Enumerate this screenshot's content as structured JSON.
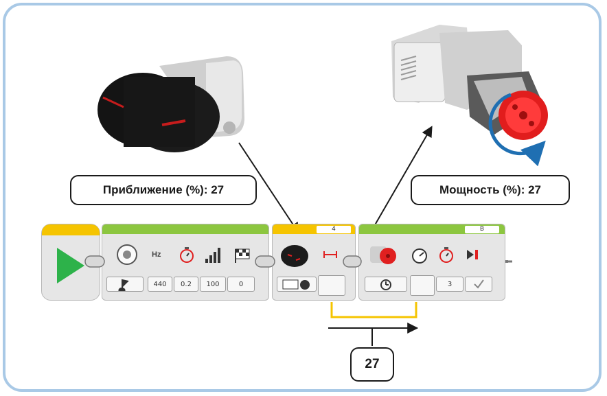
{
  "labels": {
    "proximity": "Приближение (%): 27",
    "power": "Мощность (%): 27",
    "value": "27"
  },
  "sound_block": {
    "unit_label": "Hz",
    "inputs": [
      "440",
      "0.2",
      "100",
      "0"
    ]
  },
  "sensor_block": {
    "port": "4"
  },
  "motor_block": {
    "port": "B",
    "inputs": [
      "3"
    ]
  },
  "colors": {
    "frame": "#a9c9e6",
    "green": "#8cc63f",
    "yellow": "#f5c400",
    "wire": "#f5c400",
    "start": "#2db24a",
    "red": "#e02020"
  }
}
